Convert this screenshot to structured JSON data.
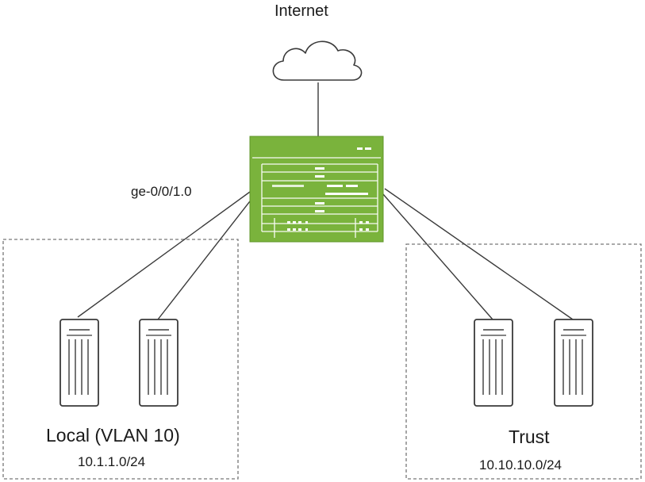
{
  "internet": {
    "label": "Internet",
    "icon": "cloud-icon"
  },
  "firewall": {
    "icon": "firewall-device-icon",
    "color": "#7ab33c",
    "interface_label": "ge-0/0/1.0"
  },
  "zones": {
    "local": {
      "name": "Local (VLAN 10)",
      "subnet": "10.1.1.0/24",
      "hosts": [
        "server-icon",
        "server-icon"
      ]
    },
    "trust": {
      "name": "Trust",
      "subnet": "10.10.10.0/24",
      "hosts": [
        "server-icon",
        "server-icon"
      ]
    }
  },
  "colors": {
    "line": "#3a3a3a",
    "zone_border": "#777777",
    "device_green": "#7ab33c"
  }
}
